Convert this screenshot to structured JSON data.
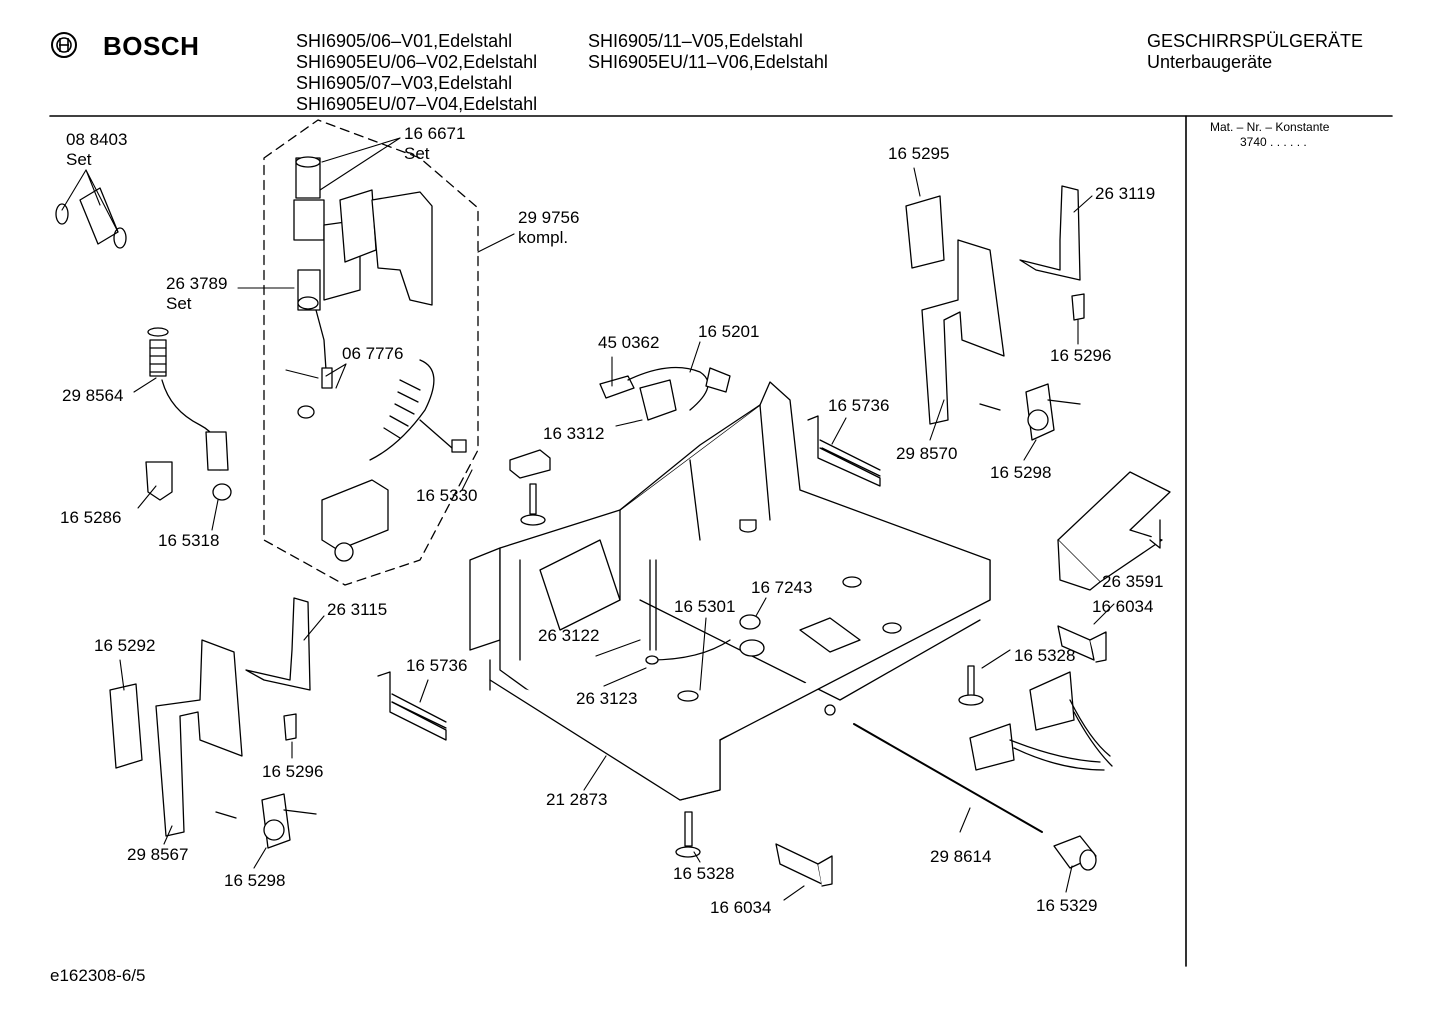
{
  "header": {
    "brand": "BOSCH",
    "models_col1": [
      "SHI6905/06–V01,Edelstahl",
      "SHI6905EU/06–V02,Edelstahl",
      "SHI6905/07–V03,Edelstahl",
      "SHI6905EU/07–V04,Edelstahl"
    ],
    "models_col2": [
      "SHI6905/11–V05,Edelstahl",
      "SHI6905EU/11–V06,Edelstahl"
    ],
    "category": "GESCHIRRSPÜLGERÄTE",
    "subcategory": "Unterbaugeräte"
  },
  "sidebar": {
    "heading": "Mat. – Nr. – Konstante",
    "value": "3740  .  .  .  .  .  ."
  },
  "parts": [
    {
      "id": "p1",
      "text": "08 8403\nSet"
    },
    {
      "id": "p2",
      "text": "16 6671\nSet"
    },
    {
      "id": "p3",
      "text": "29 9756\nkompl."
    },
    {
      "id": "p4",
      "text": "26 3789\nSet"
    },
    {
      "id": "p5",
      "text": "06 7776"
    },
    {
      "id": "p6",
      "text": "29 8564"
    },
    {
      "id": "p7",
      "text": "16 5286"
    },
    {
      "id": "p8",
      "text": "16 5318"
    },
    {
      "id": "p9",
      "text": "16 5330"
    },
    {
      "id": "p10",
      "text": "45 0362"
    },
    {
      "id": "p11",
      "text": "16 5201"
    },
    {
      "id": "p12",
      "text": "16 3312"
    },
    {
      "id": "p13",
      "text": "16 5736"
    },
    {
      "id": "p14",
      "text": "16 5295"
    },
    {
      "id": "p15",
      "text": "26 3119"
    },
    {
      "id": "p16",
      "text": "16 5296"
    },
    {
      "id": "p17",
      "text": "29 8570"
    },
    {
      "id": "p18",
      "text": "16 5298"
    },
    {
      "id": "p19",
      "text": "26 3591"
    },
    {
      "id": "p20",
      "text": "16 6034"
    },
    {
      "id": "p21",
      "text": "16 5328"
    },
    {
      "id": "p22",
      "text": "16 7243"
    },
    {
      "id": "p23",
      "text": "16 5301"
    },
    {
      "id": "p24",
      "text": "26 3122"
    },
    {
      "id": "p25",
      "text": "26 3123"
    },
    {
      "id": "p26",
      "text": "26 3115"
    },
    {
      "id": "p27",
      "text": "16 5292"
    },
    {
      "id": "p28",
      "text": "16 5736"
    },
    {
      "id": "p29",
      "text": "16 5296"
    },
    {
      "id": "p30",
      "text": "29 8567"
    },
    {
      "id": "p31",
      "text": "16 5298"
    },
    {
      "id": "p32",
      "text": "21 2873"
    },
    {
      "id": "p33",
      "text": "16 5328"
    },
    {
      "id": "p34",
      "text": "16 6034"
    },
    {
      "id": "p35",
      "text": "29 8614"
    },
    {
      "id": "p36",
      "text": "16 5329"
    }
  ],
  "footer": {
    "code": "e162308-6/5"
  }
}
